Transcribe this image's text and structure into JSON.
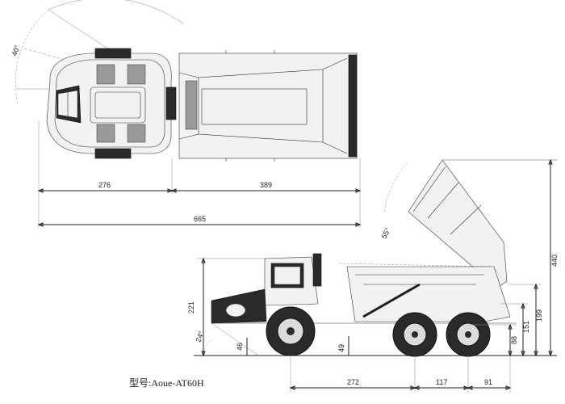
{
  "top_view": {
    "angle_label": "40°",
    "dims": {
      "cab_length": "276",
      "bed_length": "389",
      "total_length": "665"
    }
  },
  "side_view": {
    "dump_angle": "55°",
    "approach_angle": "24°",
    "dims": {
      "cab_height": "221",
      "dumped_height": "440",
      "rear_height": "199",
      "hinge_height": "151",
      "axle_height": "88",
      "clearance_front": "46",
      "clearance_mid": "49",
      "wheelbase_front": "272",
      "wheelbase_rear": "117",
      "rear_overhang": "91"
    }
  },
  "model_label": "型号:Aoue-AT60H"
}
